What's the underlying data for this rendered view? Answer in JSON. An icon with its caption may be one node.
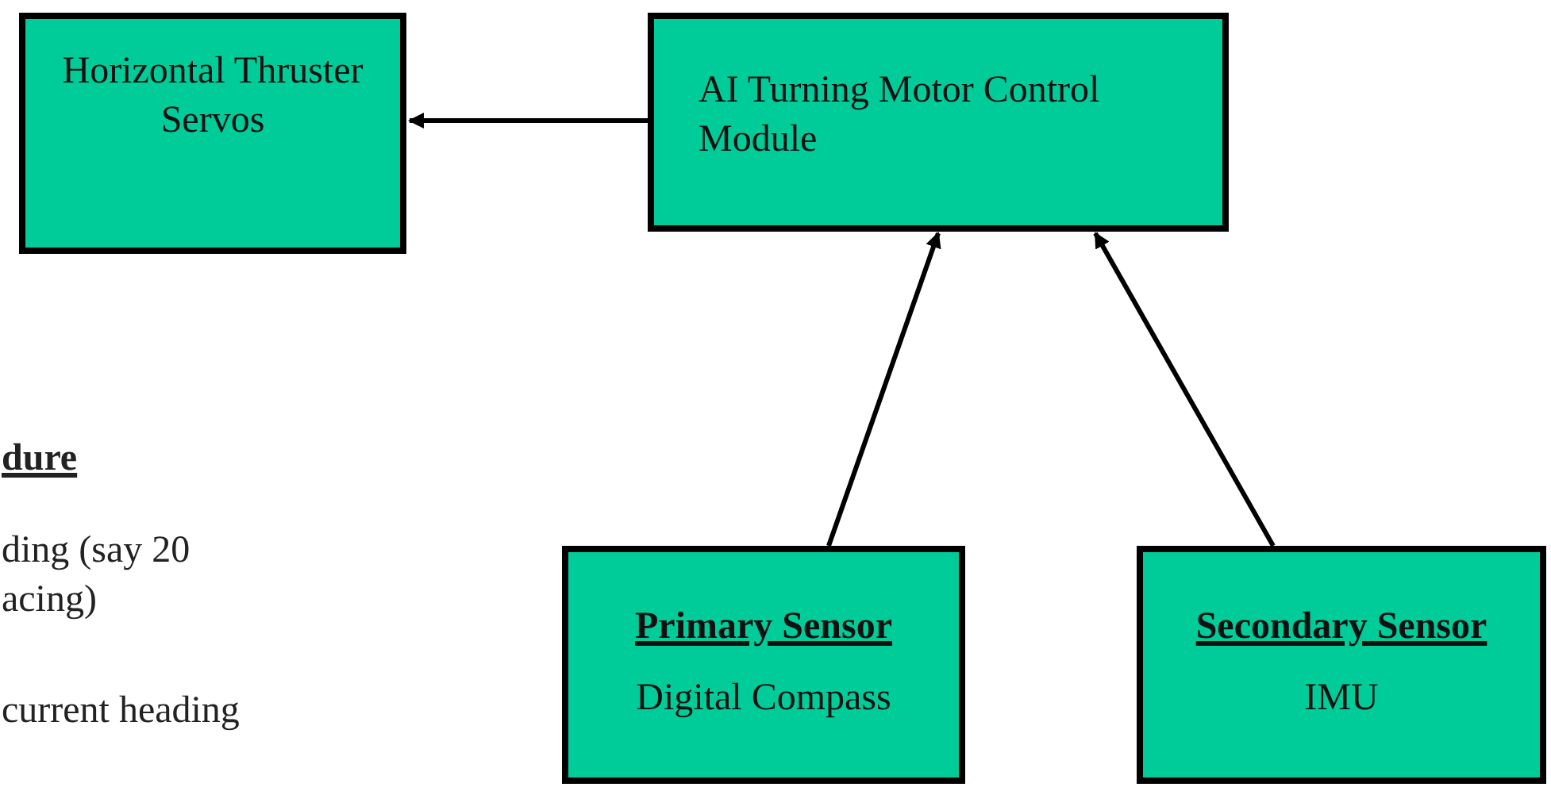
{
  "diagram": {
    "nodes": [
      {
        "text": [
          "Horizontal Thruster Servos"
        ]
      },
      {
        "text": [
          "AI Turning Motor Control Module"
        ]
      },
      {
        "text": [
          "Primary Sensor",
          "Digital Compass"
        ]
      },
      {
        "text": [
          "Secondary Sensor",
          "IMU"
        ]
      }
    ],
    "edges": [
      {
        "from": 1,
        "to": 0,
        "arrow": "to"
      },
      {
        "from": 2,
        "to": 1,
        "arrow": "to"
      },
      {
        "from": 3,
        "to": 1,
        "arrow": "to"
      }
    ],
    "labels": [
      "dure",
      "ding (say 20 acing)",
      "current heading"
    ]
  }
}
